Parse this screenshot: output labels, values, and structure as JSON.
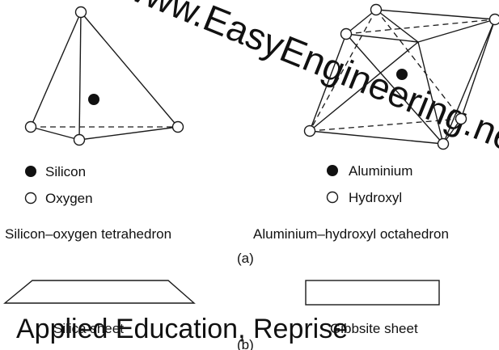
{
  "watermark": {
    "line1": "www.EasyEngineering.net",
    "line2": "Applied Education, Reprise"
  },
  "tetrahedron": {
    "legend_filled": "Silicon",
    "legend_open": "Oxygen",
    "caption": "Silicon–oxygen tetrahedron"
  },
  "octahedron": {
    "legend_filled": "Aluminium",
    "legend_open": "Hydroxyl",
    "caption": "Aluminium–hydroxyl octahedron"
  },
  "part_a_label": "(a)",
  "silica_sheet": {
    "caption": "Silica sheet"
  },
  "gibbsite_sheet": {
    "caption": "Gibbsite sheet"
  },
  "part_b_label": "(b)",
  "colors": {
    "line": "#1a1a1a",
    "watermark": "#f3d9cf"
  }
}
